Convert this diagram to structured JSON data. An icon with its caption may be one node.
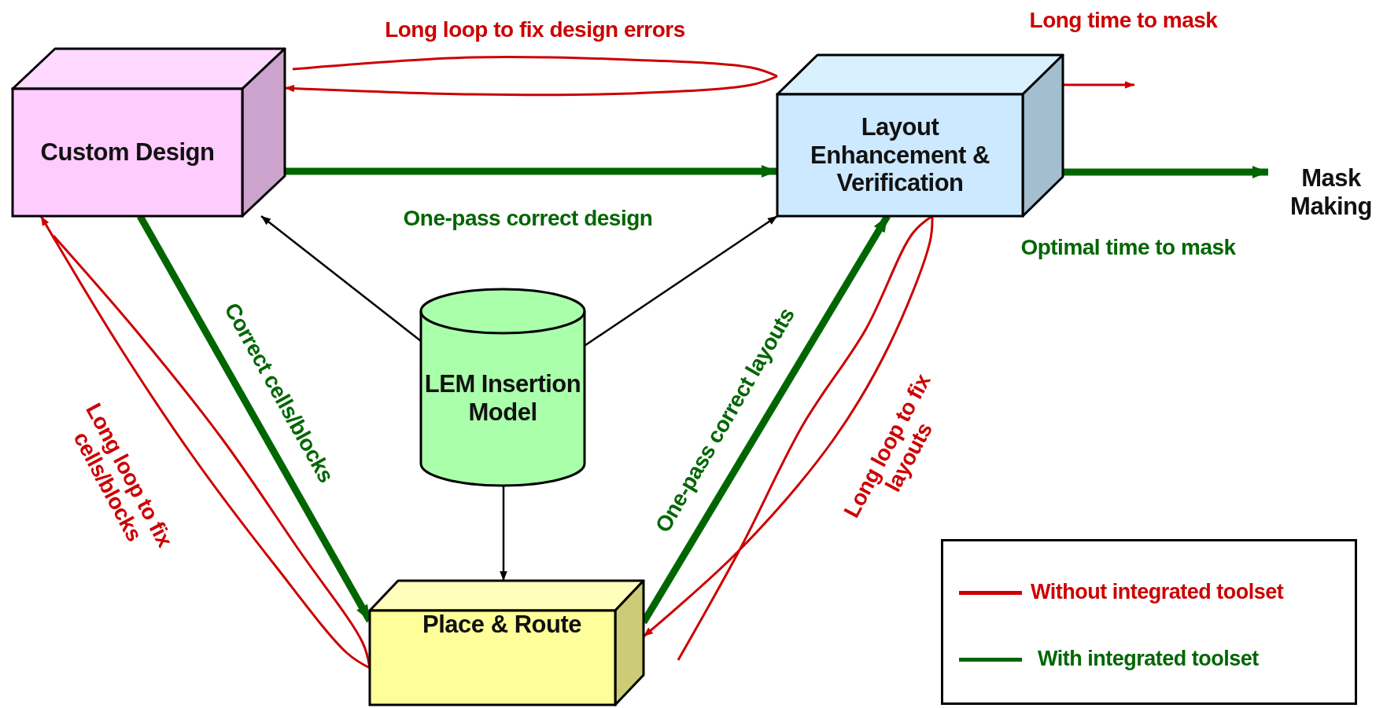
{
  "diagram": {
    "nodes": [
      {
        "text": [
          "Custom Design"
        ]
      },
      {
        "text": [
          "Layout Enhancement & Verification"
        ]
      },
      {
        "text": [
          "Mask Making"
        ]
      },
      {
        "text": [
          "LEM Insertion Model"
        ]
      },
      {
        "text": [
          "Place & Route"
        ]
      }
    ],
    "edges": [
      {
        "from": 0,
        "to": 1,
        "arrow": "to",
        "label": "One-pass correct design",
        "style": "thick"
      },
      {
        "from": 1,
        "to": 0,
        "arrow": "to",
        "label": "Long loop to fix design errors",
        "color": "#cc0000"
      },
      {
        "from": 1,
        "to": null,
        "arrow": "to",
        "label": "Long time to mask",
        "color": "#cc0000"
      },
      {
        "from": 1,
        "to": 2,
        "arrow": "to",
        "label": "Optimal time to mask",
        "style": "thick"
      },
      {
        "from": 0,
        "to": 4,
        "arrow": "to",
        "label": "Correct cells/blocks",
        "style": "thick"
      },
      {
        "from": 4,
        "to": 0,
        "arrow": "to",
        "label": "Long loop to fix cells/blocks",
        "color": "#cc0000"
      },
      {
        "from": 4,
        "to": 1,
        "arrow": "to",
        "label": "One-pass correct layouts",
        "style": "thick"
      },
      {
        "from": 1,
        "to": 4,
        "arrow": "to",
        "label": "Long loop to fix layouts",
        "color": "#cc0000"
      },
      {
        "from": 3,
        "to": 0,
        "arrow": "to",
        "color": "#000000"
      },
      {
        "from": 3,
        "to": 1,
        "arrow": "to",
        "color": "#000000"
      },
      {
        "from": 3,
        "to": 4,
        "arrow": "to",
        "color": "#000000"
      }
    ],
    "legend": [
      {
        "text": "Without integrated toolset"
      },
      {
        "text": "With integrated toolset"
      }
    ]
  }
}
